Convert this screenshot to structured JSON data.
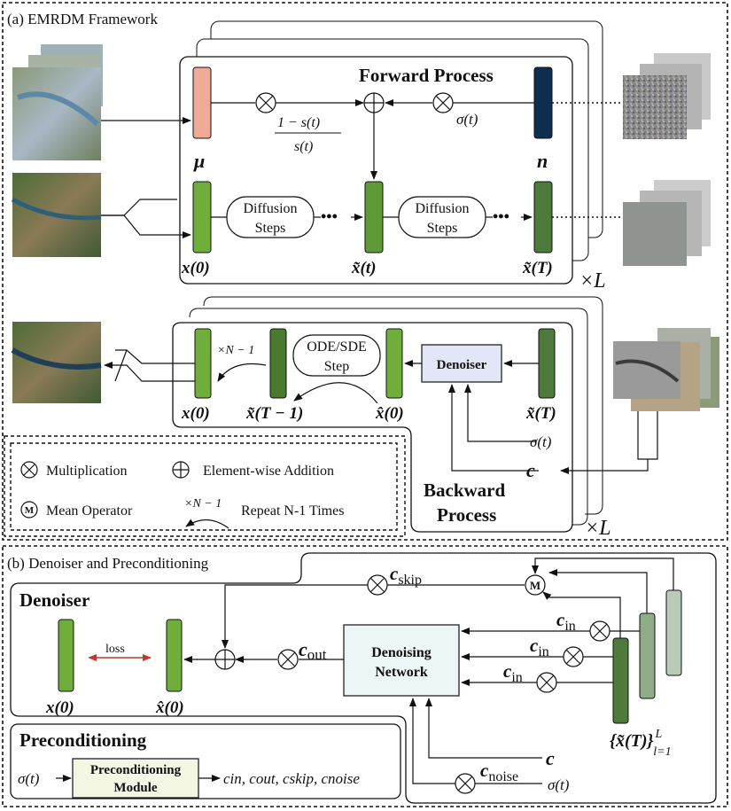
{
  "panel_a": {
    "title": "(a) EMRDM Framework",
    "forward_title": "Forward Process",
    "backward_title_1": "Backward",
    "backward_title_2": "Process",
    "times_l": "×L",
    "mu": "μ",
    "n": "n",
    "x0": "x(0)",
    "xt": "x̃(t)",
    "xT": "x̃(T)",
    "xT1": "x̃(T − 1)",
    "xhat0": "x̂(0)",
    "fraction_num": "1 − s(t)",
    "fraction_den": "s(t)",
    "sigma_t": "σ(t)",
    "diffusion_1": "Diffusion",
    "diffusion_2": "Steps",
    "ode_1": "ODE/SDE",
    "ode_2": "Step",
    "denoiser_box": "Denoiser",
    "times_n1": "×N − 1",
    "c": "c",
    "legend": {
      "multiplication": "Multiplication",
      "addition": "Element-wise Addition",
      "mean": "Mean Operator",
      "mean_symbol": "M",
      "repeat": "Repeat N-1 Times",
      "repeat_symbol": "×N − 1"
    }
  },
  "panel_b": {
    "title": "(b) Denoiser and Preconditioning",
    "denoiser_title": "Denoiser",
    "loss": "loss",
    "x0": "x(0)",
    "xhat0": "x̂(0)",
    "c_out": "c",
    "c_out_sub": "out",
    "c_skip": "c",
    "c_skip_sub": "skip",
    "c_in": "c",
    "c_in_sub": "in",
    "network_1": "Denoising",
    "network_2": "Network",
    "c_label": "c",
    "c_noise": "c",
    "c_noise_sub": "noise",
    "sigma_t": "σ(t)",
    "set_label": "{x̃(T)}",
    "set_sup": "L",
    "set_sub": "l=1",
    "mean_symbol": "M",
    "precond_title": "Preconditioning",
    "precond_in": "σ(t)",
    "module_1": "Preconditioning",
    "module_2": "Module",
    "precond_outputs": "cin, cout, cskip, cnoise"
  },
  "colors": {
    "mu_bar": "#f0aa98",
    "noise_bar": "#0d2e4e",
    "green_bar": "#6fae3a",
    "dark_green": "#4e7a3c",
    "gray_green": "#b9cbb6",
    "denoiser_fill": "#e3e6f7",
    "network_fill": "#edf6f6",
    "module_fill": "#f2f6e2",
    "loss_arrow": "#c0392b"
  }
}
